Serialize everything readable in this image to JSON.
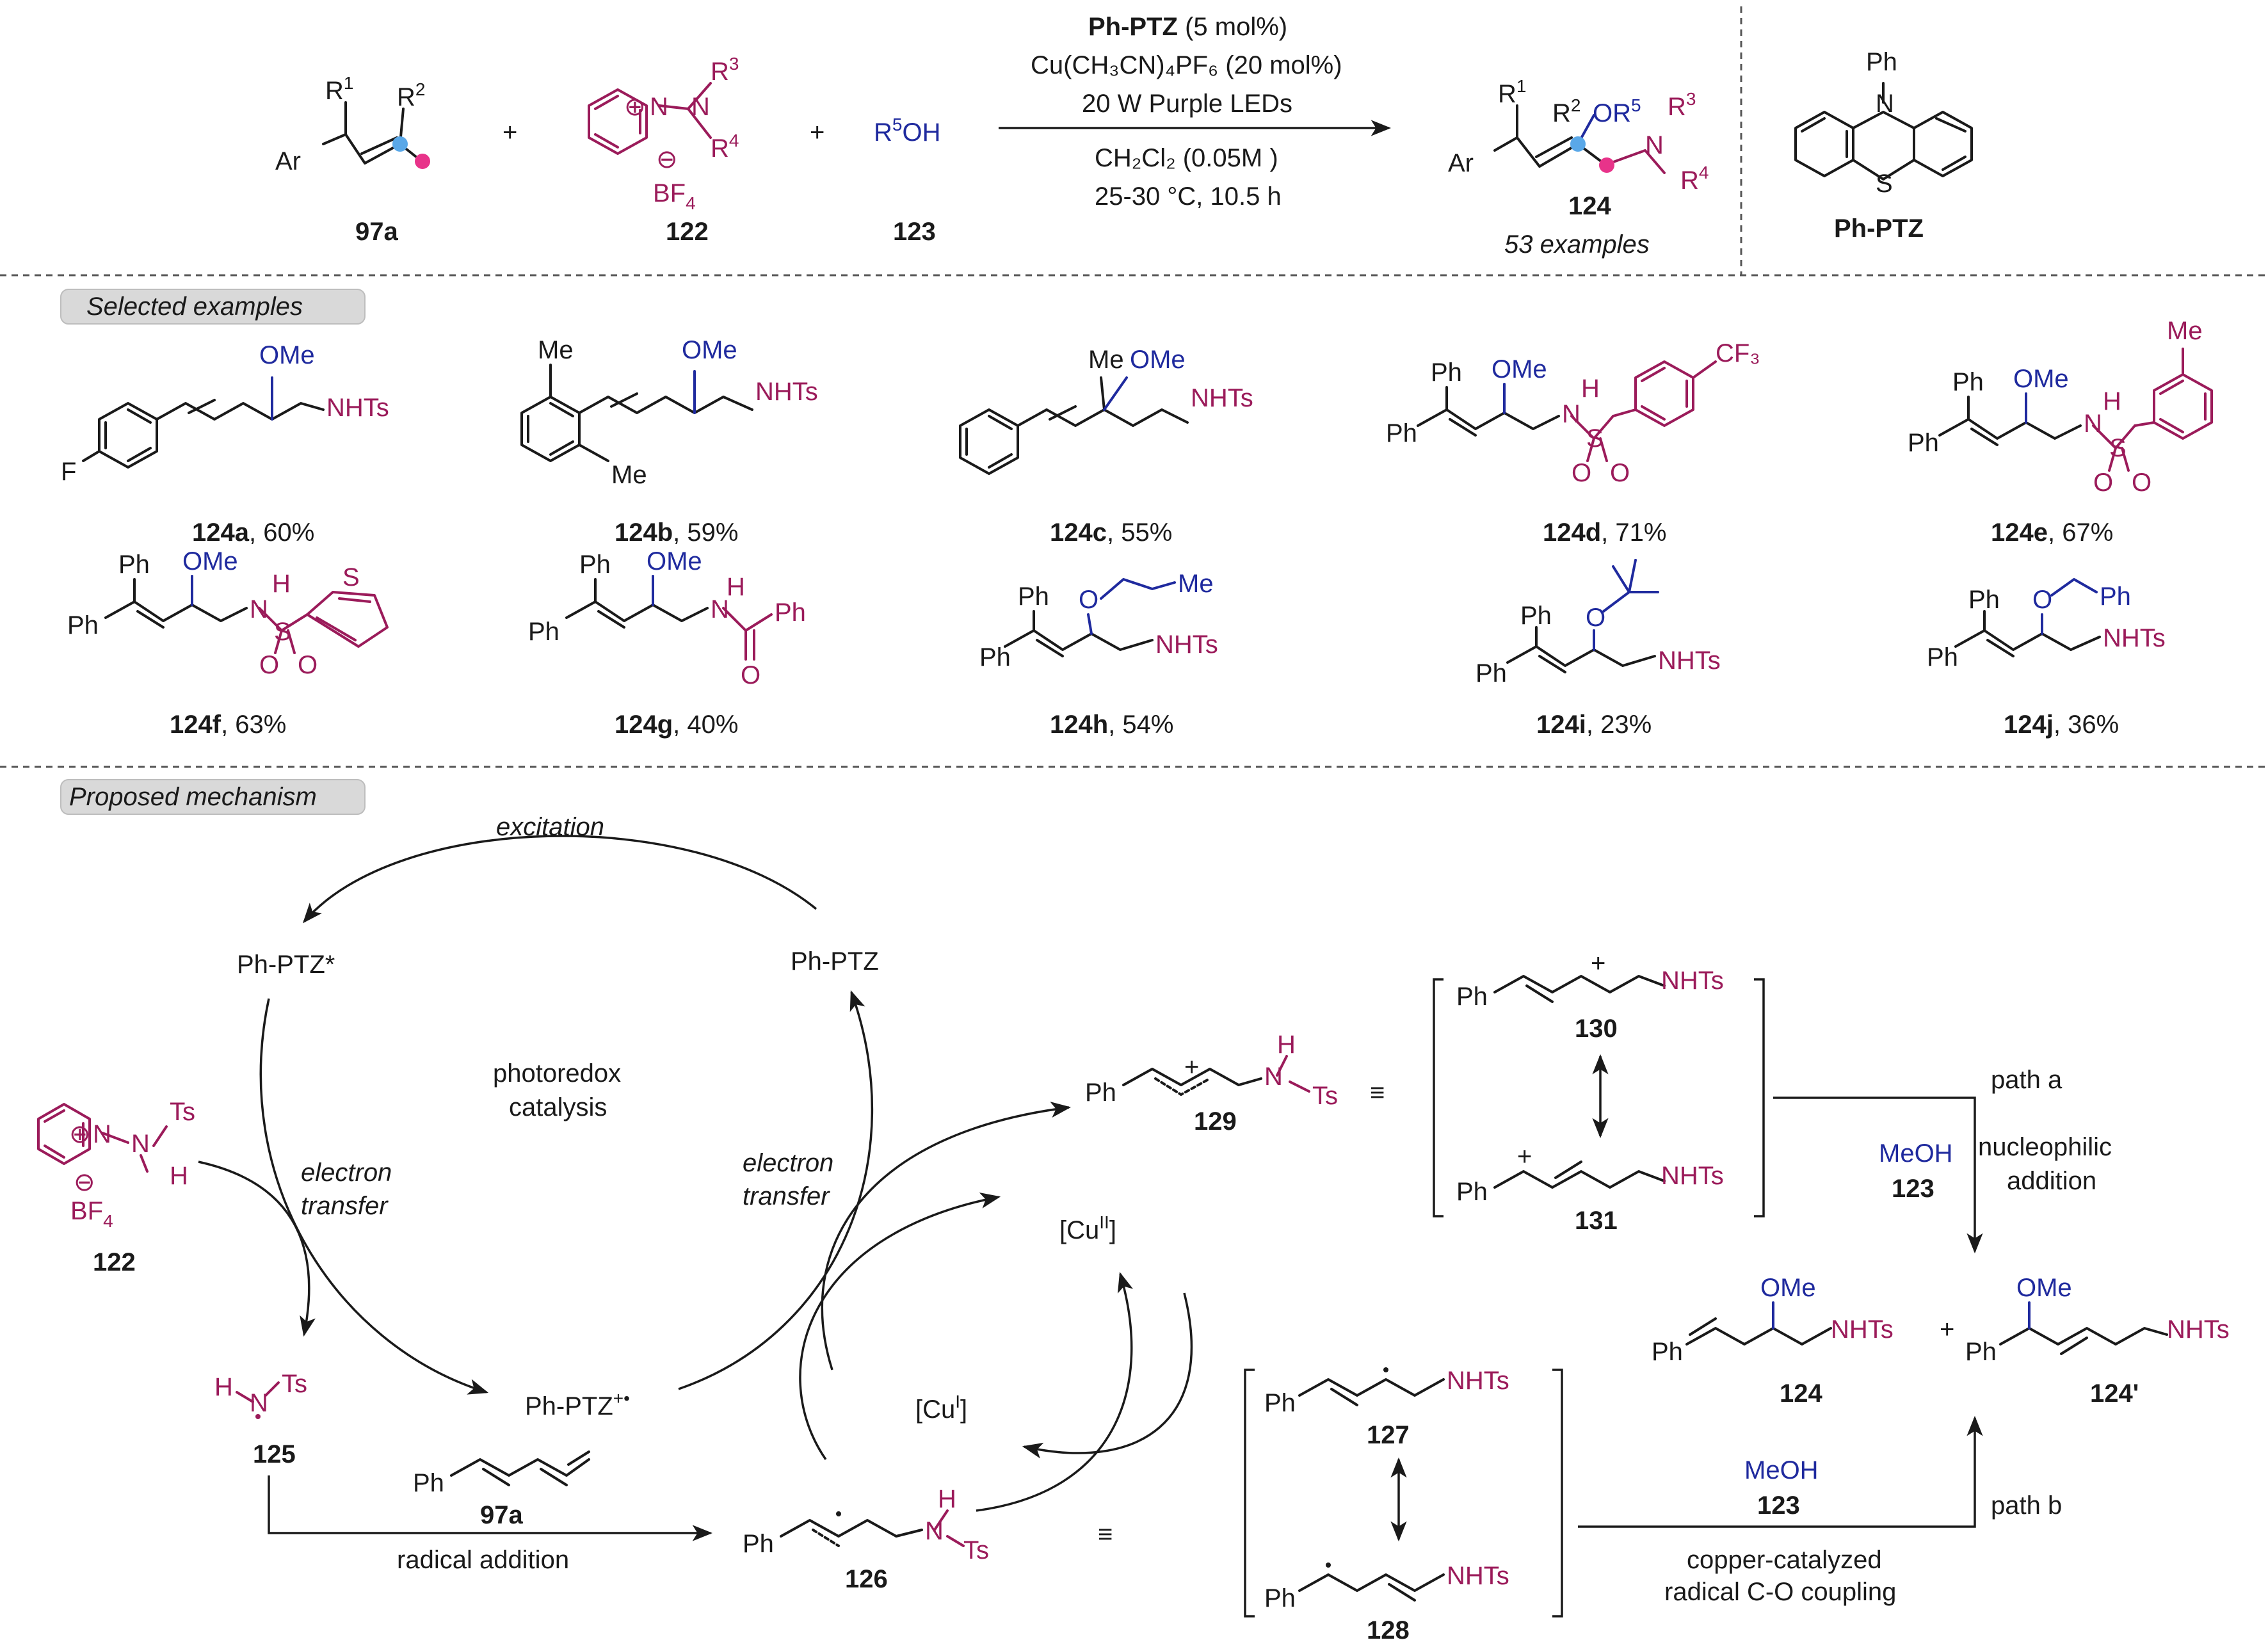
{
  "reaction": {
    "reactant_1": {
      "r1": "R",
      "r1_sup": "1",
      "r2": "R",
      "r2_sup": "2",
      "ar": "Ar",
      "id": "97a"
    },
    "reactant_2": {
      "r3": "R",
      "r3_sup": "3",
      "r4": "R",
      "r4_sup": "4",
      "counterion": "BF",
      "counterion_sub": "4",
      "minus": "⊖",
      "plus": "⊕",
      "n": "N",
      "id": "122"
    },
    "reactant_3": {
      "r": "R",
      "r_sup": "5",
      "oh": "OH",
      "id": "123"
    },
    "plus_sign": "+",
    "conditions": {
      "catalyst": "Ph-PTZ",
      "catalyst_load": " (5 mol%)",
      "copper": "Cu(CH₃CN)₄PF₆ (20 mol%)",
      "light": "20 W Purple LEDs",
      "solvent": "CH₂Cl₂ (0.05M )",
      "temp_time": "25-30 °C, 10.5 h"
    },
    "product": {
      "ar": "Ar",
      "r1": "R",
      "r1_sup": "1",
      "r2": "R",
      "r2_sup": "2",
      "or": "OR",
      "or_sup": "5",
      "n": "N",
      "r3": "R",
      "r3_sup": "3",
      "r4": "R",
      "r4_sup": "4",
      "id": "124",
      "examples": "53 examples"
    },
    "photocatalyst": {
      "ph": "Ph",
      "n": "N",
      "s": "S",
      "name": "Ph-PTZ"
    }
  },
  "sections": {
    "selected": "Selected examples",
    "mechanism": "Proposed mechanism"
  },
  "examples": [
    {
      "id": "124a",
      "yield": ", 60%",
      "f": "F",
      "ome": "OMe",
      "nhts": "NHTs"
    },
    {
      "id": "124b",
      "yield": ", 59%",
      "me1": "Me",
      "me2": "Me",
      "ome": "OMe",
      "nhts": "NHTs"
    },
    {
      "id": "124c",
      "yield": ", 55%",
      "me": "Me",
      "ome": "OMe",
      "nhts": "NHTs"
    },
    {
      "id": "124d",
      "yield": ", 71%",
      "ph1": "Ph",
      "ph2": "Ph",
      "ome": "OMe",
      "h": "H",
      "n": "N",
      "s": "S",
      "o1": "O",
      "o2": "O",
      "cf3": "CF₃"
    },
    {
      "id": "124e",
      "yield": ", 67%",
      "ph1": "Ph",
      "ph2": "Ph",
      "ome": "OMe",
      "h": "H",
      "n": "N",
      "s": "S",
      "o1": "O",
      "o2": "O",
      "me": "Me"
    },
    {
      "id": "124f",
      "yield": ", 63%",
      "ph1": "Ph",
      "ph2": "Ph",
      "ome": "OMe",
      "h": "H",
      "n": "N",
      "s": "S",
      "s2": "S",
      "o1": "O",
      "o2": "O"
    },
    {
      "id": "124g",
      "yield": ", 40%",
      "ph1": "Ph",
      "ph2": "Ph",
      "ome": "OMe",
      "h": "H",
      "n": "N",
      "o": "O",
      "ph3": "Ph"
    },
    {
      "id": "124h",
      "yield": ", 54%",
      "ph1": "Ph",
      "ph2": "Ph",
      "o": "O",
      "me": "Me",
      "nhts": "NHTs"
    },
    {
      "id": "124i",
      "yield": ", 23%",
      "ph1": "Ph",
      "ph2": "Ph",
      "o": "O",
      "nhts": "NHTs"
    },
    {
      "id": "124j",
      "yield": ", 36%",
      "ph1": "Ph",
      "ph2": "Ph",
      "o": "O",
      "ph3": "Ph",
      "nhts": "NHTs"
    }
  ],
  "mechanism": {
    "excitation": "excitation",
    "ph_ptz_star": "Ph-PTZ*",
    "ph_ptz": "Ph-PTZ",
    "ph_ptz_rc": "Ph-PTZ",
    "ph_ptz_rc_sup": "+•",
    "photoredox_1": "photoredox",
    "photoredox_2": "catalysis",
    "et_left_1": "electron",
    "et_left_2": "transfer",
    "et_right_1": "electron",
    "et_right_2": "transfer",
    "cu2": "[Cu",
    "cu2_sup": "II",
    "cu1": "[Cu",
    "cu1_sup": "I",
    "bracket_close": "]",
    "reagent_122": {
      "ts": "Ts",
      "n": "N",
      "h": "H",
      "bf": "BF",
      "bf_sub": "4",
      "minus": "⊖",
      "plus": "⊕",
      "id": "122"
    },
    "radical_125": {
      "h": "H",
      "n": "N",
      "ts": "Ts",
      "id": "125"
    },
    "diene": {
      "ph": "Ph",
      "id": "97a"
    },
    "radical_addition": "radical addition",
    "int_126": {
      "ph": "Ph",
      "h": "H",
      "n": "N",
      "ts": "Ts",
      "id": "126"
    },
    "int_129": {
      "ph": "Ph",
      "h": "H",
      "n": "N",
      "ts": "Ts",
      "id": "129",
      "plus": "+"
    },
    "int_130": {
      "ph": "Ph",
      "nhts": "NHTs",
      "id": "130",
      "plus": "+"
    },
    "int_131": {
      "ph": "Ph",
      "nhts": "NHTs",
      "id": "131",
      "plus": "+"
    },
    "int_127": {
      "ph": "Ph",
      "nhts": "NHTs",
      "id": "127"
    },
    "int_128": {
      "ph": "Ph",
      "nhts": "NHTs",
      "id": "128"
    },
    "path_a": "path a",
    "nucleophilic_1": "nucleophilic",
    "nucleophilic_2": "addition",
    "meoh_a": "MeOH",
    "meoh_a_id": "123",
    "path_b": "path b",
    "meoh_b": "MeOH",
    "meoh_b_id": "123",
    "cu_coupling_1": "copper-catalyzed",
    "cu_coupling_2": "radical C-O coupling",
    "prod_124": {
      "ph": "Ph",
      "ome": "OMe",
      "nhts": "NHTs",
      "id": "124"
    },
    "prod_124p": {
      "ph": "Ph",
      "ome": "OMe",
      "nhts": "NHTs",
      "id": "124'"
    },
    "plus": "+"
  }
}
